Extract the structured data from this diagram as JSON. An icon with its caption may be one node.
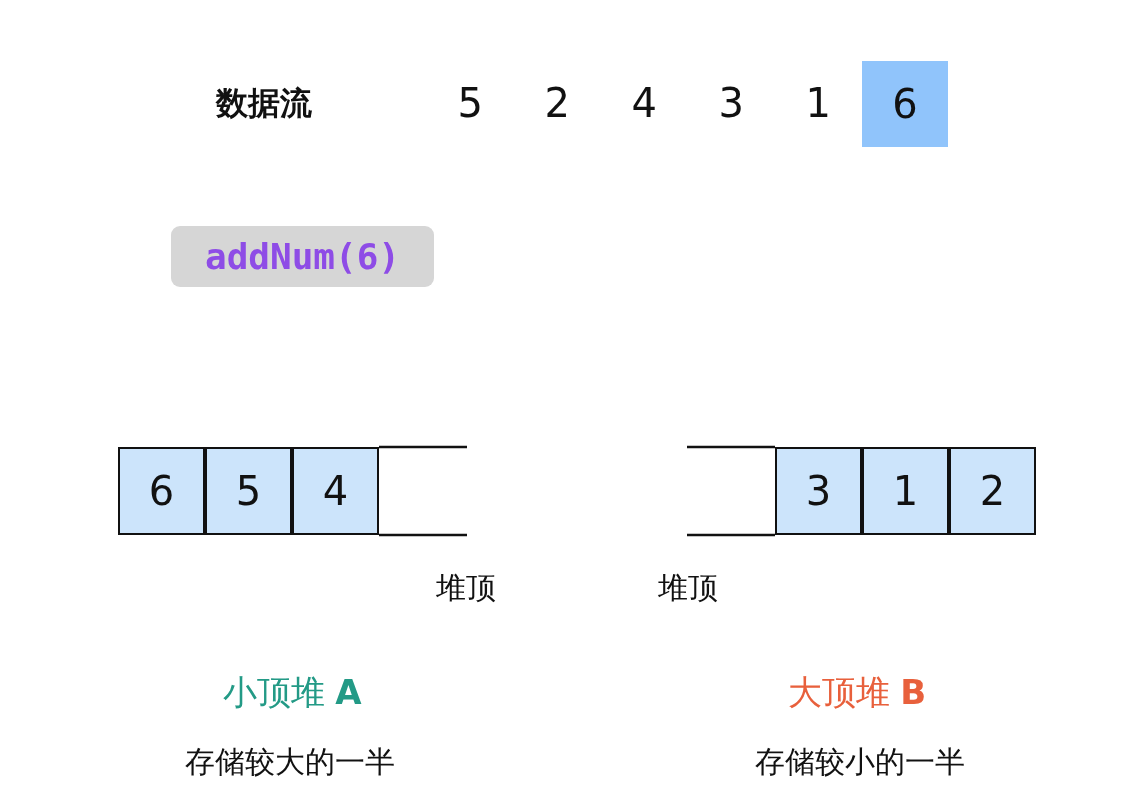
{
  "diagram": {
    "nodes": [
      {
        "text": [
          "6"
        ]
      },
      {
        "text": [
          "addNum(6)"
        ]
      },
      {
        "text": [
          "6"
        ]
      },
      {
        "text": [
          "5"
        ]
      },
      {
        "text": [
          "4"
        ]
      },
      {
        "text": [
          "3"
        ]
      },
      {
        "text": [
          "1"
        ]
      },
      {
        "text": [
          "2"
        ]
      }
    ],
    "labels": [
      "数据流",
      "5",
      "2",
      "4",
      "3",
      "1",
      "堆顶",
      "堆顶",
      "小顶堆 **A**",
      "大顶堆 **B**",
      "存储较大的一半",
      "存储较小的一半"
    ]
  }
}
